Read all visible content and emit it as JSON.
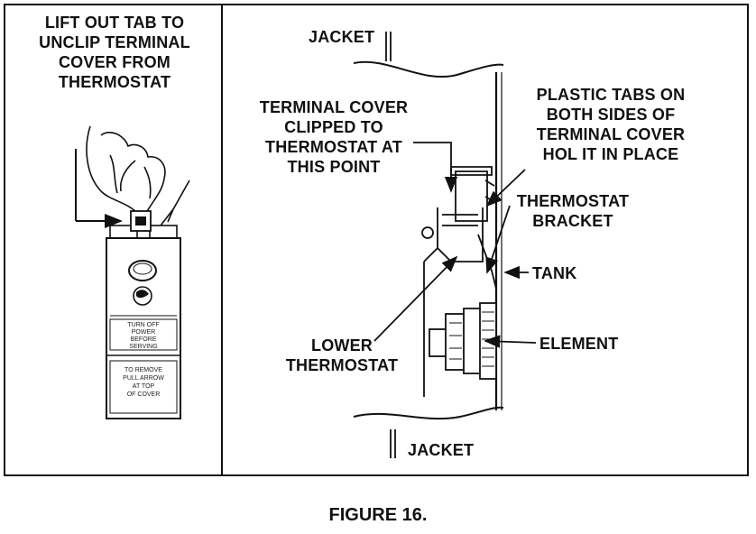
{
  "figure_caption": "FIGURE 16.",
  "left_panel": {
    "instruction_lines": [
      "LIFT OUT TAB TO",
      "UNCLIP TERMINAL",
      "COVER FROM",
      "THERMOSTAT"
    ],
    "cover_label_power": [
      "TURN OFF",
      "POWER",
      "BEFORE",
      "SERVING"
    ],
    "cover_label_remove": [
      "TO REMOVE",
      "PULL ARROW",
      "AT TOP",
      "OF COVER"
    ]
  },
  "right_panel": {
    "jacket_top": "JACKET",
    "jacket_bottom": "JACKET",
    "terminal_cover_lines": [
      "TERMINAL COVER",
      "CLIPPED TO",
      "THERMOSTAT AT",
      "THIS POINT"
    ],
    "plastic_tabs_lines": [
      "PLASTIC TABS ON",
      "BOTH SIDES OF",
      "TERMINAL COVER",
      "HOL IT IN PLACE"
    ],
    "thermostat_bracket_lines": [
      "THERMOSTAT",
      "BRACKET"
    ],
    "tank": "TANK",
    "element": "ELEMENT",
    "lower_thermostat_lines": [
      "LOWER",
      "THERMOSTAT"
    ]
  }
}
